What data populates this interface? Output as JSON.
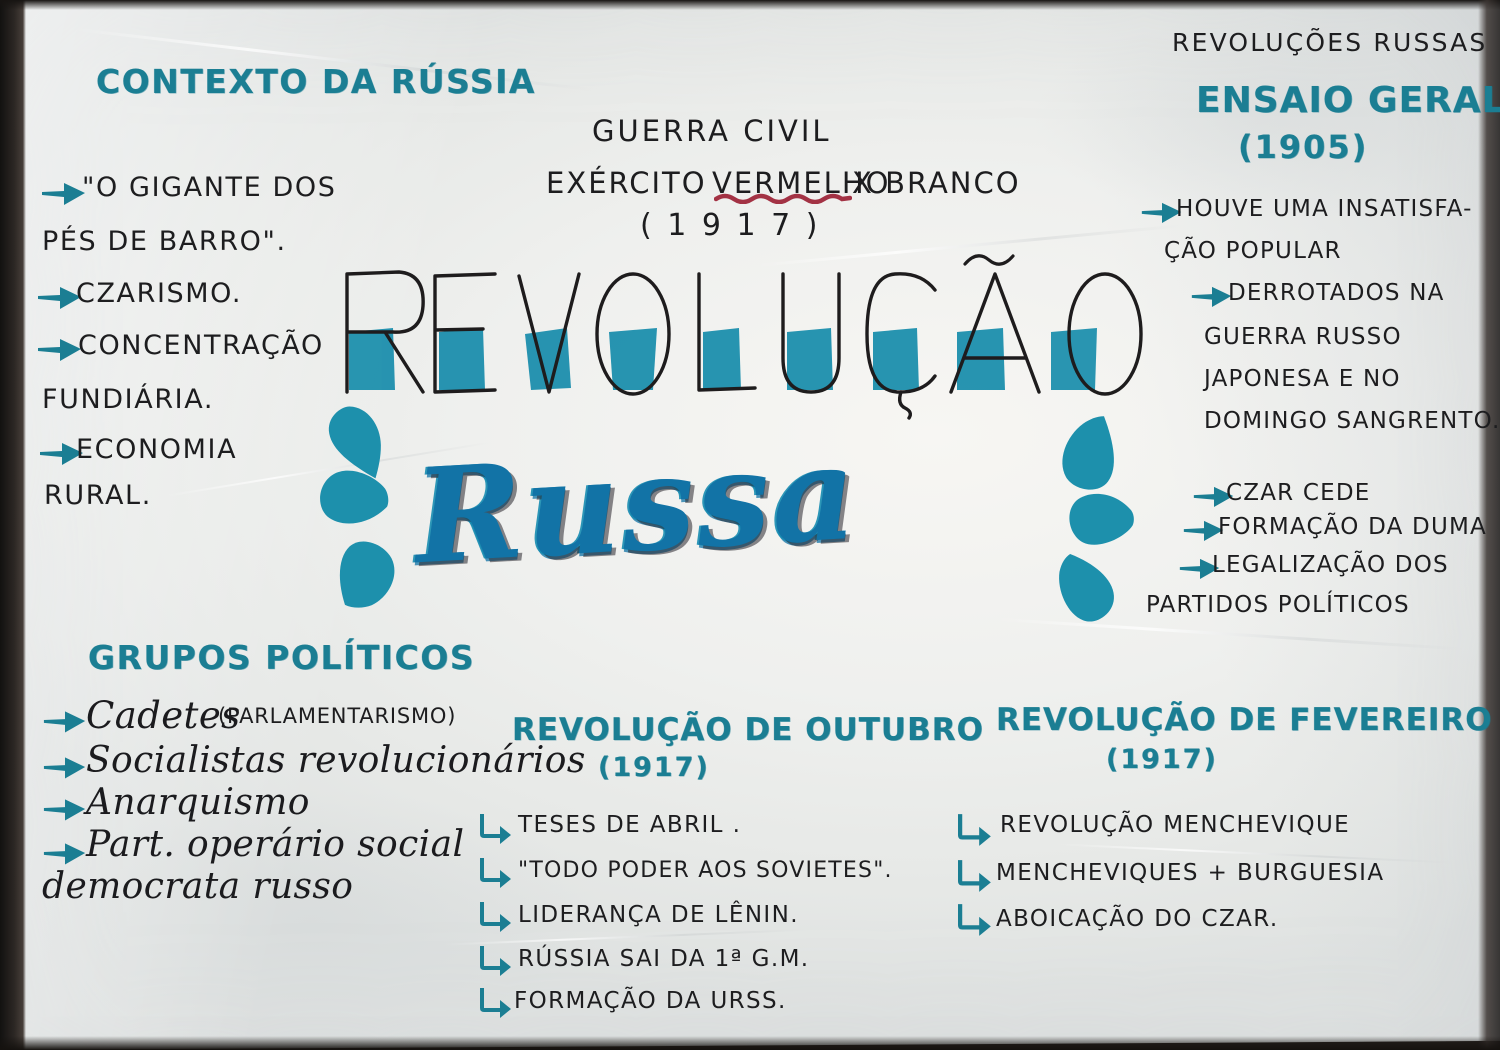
{
  "page": {
    "title_main": "REVOLUÇÃO",
    "title_script": "Russa",
    "header_note": "REVOLUÇÕES RUSSAS"
  },
  "colors": {
    "teal": "#1b7e93",
    "ink": "#1d1d1f",
    "script_blue": "#1273a6",
    "red_underline": "#a33244",
    "paper": "#eff0ee"
  },
  "center_top": {
    "line1": "GUERRA   CIVIL",
    "line2_a": "EXÉRCITO ",
    "line2_b": "VERMELHO",
    "line2_c": " X BRANCO",
    "line3": "( 1 9 1 7 )"
  },
  "sections": {
    "contexto": {
      "heading": "CONTEXTO DA RÚSSIA",
      "items": [
        {
          "lines": [
            "\"O GIGANTE DOS",
            "PÉS  DE BARRO\"."
          ],
          "bullet": "arrow"
        },
        {
          "lines": [
            "CZARISMO."
          ],
          "bullet": "arrow"
        },
        {
          "lines": [
            "CONCENTRAÇÃO",
            "FUNDIÁRIA."
          ],
          "bullet": "arrow"
        },
        {
          "lines": [
            "ECONOMIA",
            "RURAL."
          ],
          "bullet": "arrow"
        }
      ]
    },
    "ensaio_geral": {
      "heading_line1": "ENSAIO GERAL",
      "heading_line2": "(1905)",
      "items": [
        {
          "lines": [
            "HOUVE UMA INSATISFA-",
            "ÇÃO POPULAR"
          ],
          "bullet": "arrow",
          "indent": 0
        },
        {
          "lines": [
            "DERROTADOS NA",
            "GUERRA RUSSO",
            "JAPONESA  E NO",
            "DOMINGO SANGRENTO."
          ],
          "bullet": "arrow",
          "indent": 1
        },
        {
          "lines": [
            "CZAR CEDE"
          ],
          "bullet": "arrow",
          "indent": 1
        },
        {
          "lines": [
            "FORMAÇÃO  DA DUMA"
          ],
          "bullet": "arrow",
          "indent": 1
        },
        {
          "lines": [
            "LEGALIZAÇÃO  DOS",
            "PARTIDOS  POLÍTICOS"
          ],
          "bullet": "arrow",
          "indent": 1
        }
      ]
    },
    "grupos_politicos": {
      "heading": "GRUPOS POLÍTICOS",
      "items": [
        {
          "text": "Cadetes",
          "note": "(PARLAMENTARISMO)",
          "bullet": "arrow"
        },
        {
          "text": "Socialistas revolucionários",
          "note": "",
          "bullet": "arrow"
        },
        {
          "text": "Anarquismo",
          "note": "",
          "bullet": "arrow"
        },
        {
          "text": "Part. operário social",
          "note": "",
          "bullet": "arrow"
        },
        {
          "text": "democrata russo",
          "note": "",
          "bullet": "none"
        }
      ]
    },
    "revolucao_outubro": {
      "heading_line1": "REVOLUÇÃO DE OUTUBRO",
      "heading_line2": "(1917)",
      "items": [
        "TESES DE ABRIL .",
        "\"TODO PODER AOS SOVIETES\".",
        "LIDERANÇA DE LÊNIN.",
        "RÚSSIA SAI DA 1ª G.M.",
        "FORMAÇÃO DA URSS."
      ]
    },
    "revolucao_fevereiro": {
      "heading_line1": "REVOLUÇÃO DE FEVEREIRO",
      "heading_line2": "(1917)",
      "items": [
        "REVOLUÇÃO MENCHEVIQUE",
        "MENCHEVIQUES + BURGUESIA",
        "ABOICAÇÃO DO  CZAR."
      ]
    }
  }
}
